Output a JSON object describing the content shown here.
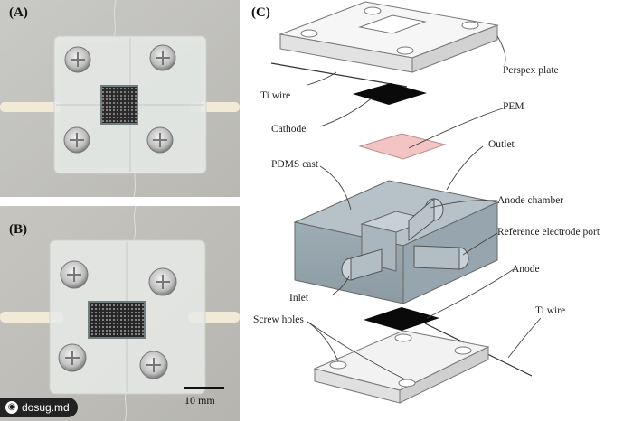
{
  "panels": {
    "a": "(A)",
    "b": "(B)",
    "c": "(C)"
  },
  "scale_bar": "10 mm",
  "labels": {
    "perspex_plate": "Perspex plate",
    "ti_wire_top": "Ti wire",
    "cathode": "Cathode",
    "pem": "PEM",
    "outlet": "Outlet",
    "pdms_cast": "PDMS cast",
    "anode_chamber": "Anode chamber",
    "reference_electrode_port": "Reference electrode port",
    "anode": "Anode",
    "inlet": "Inlet",
    "screw_holes": "Screw holes",
    "ti_wire_bottom": "Ti wire"
  },
  "watermark": "dosug.md",
  "colors": {
    "pem": "#f2c4c4",
    "pdms": "#a9b6be",
    "electrode": "#0a0a0a",
    "plate": "#f4f4f4"
  }
}
